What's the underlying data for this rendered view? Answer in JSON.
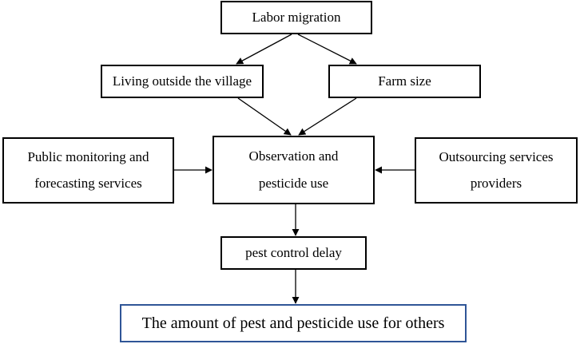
{
  "nodes": {
    "labor_migration": "Labor migration",
    "living_outside": "Living outside the village",
    "farm_size": "Farm size",
    "public_monitoring": [
      "Public monitoring and",
      "forecasting services"
    ],
    "observation": [
      "Observation and",
      "pesticide use"
    ],
    "outsourcing": [
      "Outsourcing services",
      "providers"
    ],
    "pest_control_delay": "pest control delay",
    "outcome": "The amount of pest and pesticide use for others"
  },
  "colors": {
    "box_border": "#000000",
    "outcome_border": "#2f5597",
    "arrow": "#000000"
  }
}
